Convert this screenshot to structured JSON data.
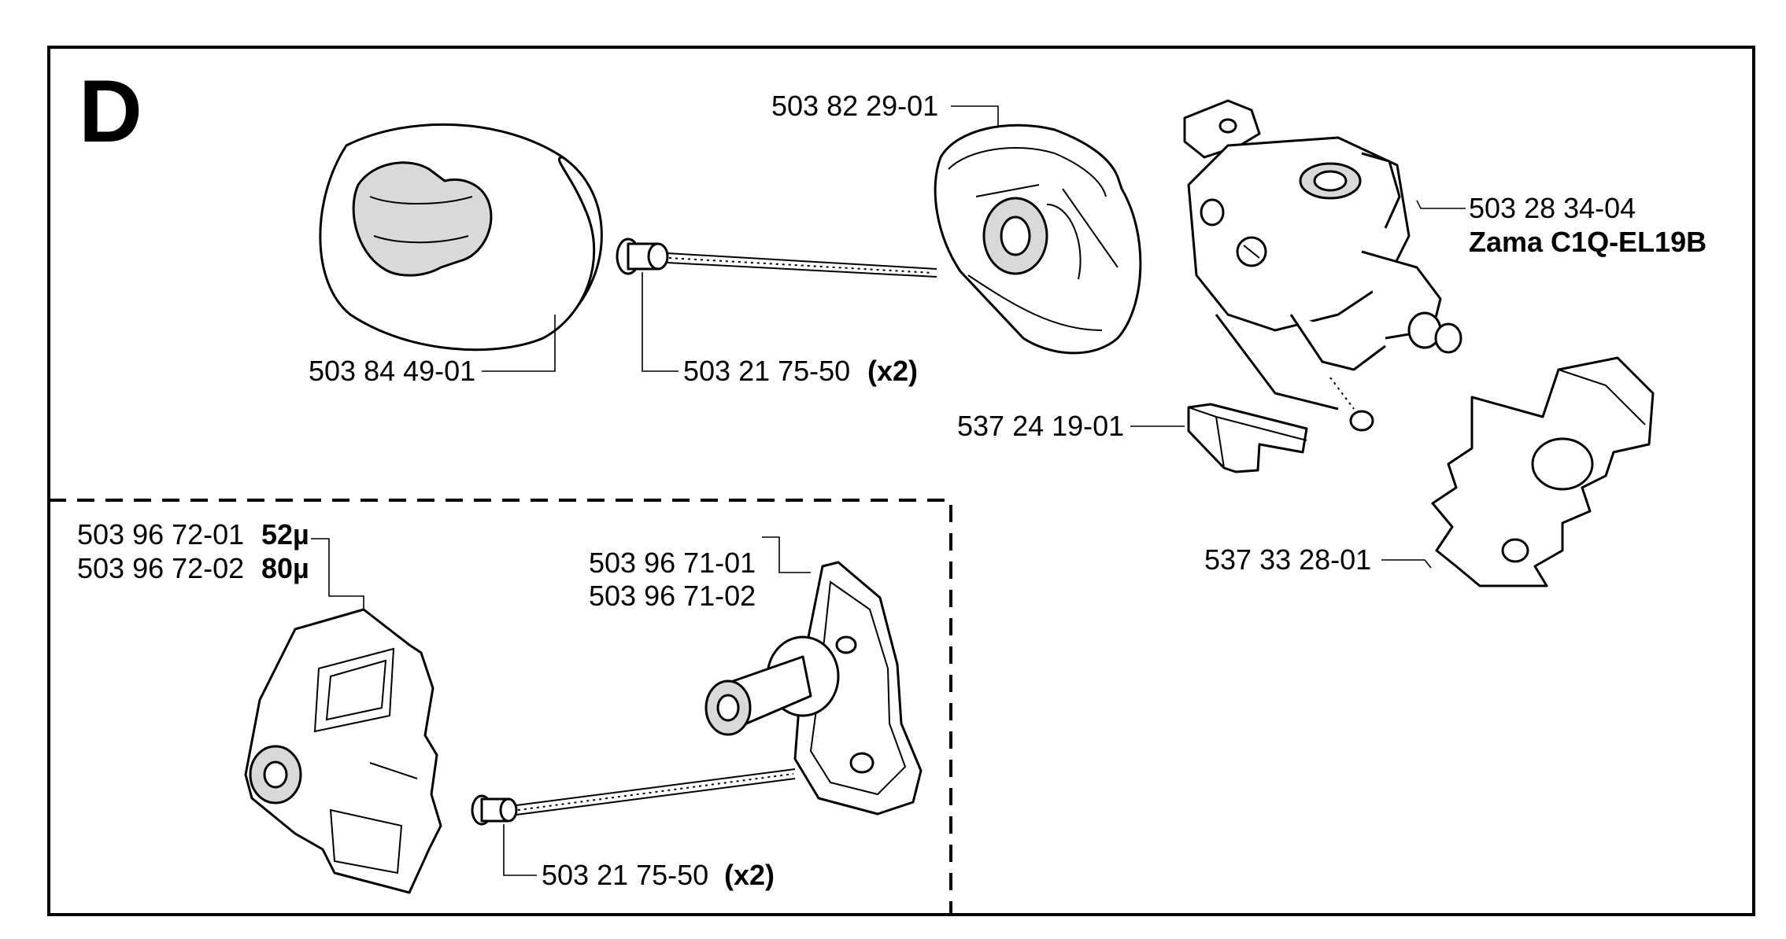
{
  "section": {
    "letter": "D"
  },
  "colors": {
    "line": "#000000",
    "background": "#ffffff",
    "part_shade": "#d9d9d9"
  },
  "callouts": {
    "carb_cover": "503 82 29-01",
    "carburetor_number": "503 28 34-04",
    "carburetor_model": "Zama C1Q-EL19B",
    "air_filter": "503 84 49-01",
    "screw_top_number": "503 21 75-50",
    "screw_top_qty": "(x2)",
    "spacer_block": "537 24 19-01",
    "gasket": "537 33 28-01",
    "filter_52_number": "503 96 72-01",
    "filter_52_size": "52µ",
    "filter_80_number": "503 96 72-02",
    "filter_80_size": "80µ",
    "holder_1": "503 96 71-01",
    "holder_2": "503 96 71-02",
    "screw_bottom_number": "503 21 75-50",
    "screw_bottom_qty": "(x2)"
  }
}
